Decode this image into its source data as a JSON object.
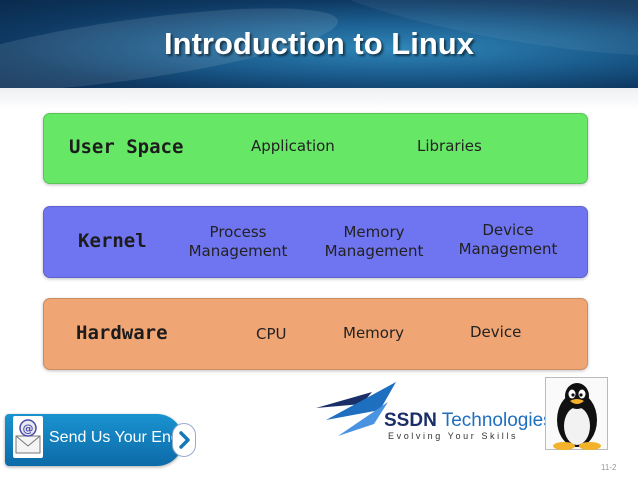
{
  "slide": {
    "title": "Introduction to Linux",
    "number": "11-2"
  },
  "layers": {
    "user_space": {
      "title": "User Space",
      "items": [
        "Application",
        "Libraries"
      ],
      "color": "#66e866"
    },
    "kernel": {
      "title": "Kernel",
      "items": [
        {
          "line1": "Process",
          "line2": "Management"
        },
        {
          "line1": "Memory",
          "line2": "Management"
        },
        {
          "line1": "Device",
          "line2": "Management"
        }
      ],
      "color": "#6f74f0"
    },
    "hardware": {
      "title": "Hardware",
      "items": [
        "CPU",
        "Memory",
        "Device"
      ],
      "color": "#f0a574"
    }
  },
  "enquiry_button": {
    "label": "Send Us Your Enquiry",
    "icon": "mail-icon",
    "arrow_icon": "chevron-right-icon"
  },
  "logo": {
    "name_part1": "SSDN",
    "name_part2": " Technologies",
    "tagline": "Evolving Your Skills",
    "icon": "ssdn-logo-icon"
  },
  "tux": {
    "icon": "tux-penguin-icon"
  },
  "colors": {
    "header": "#1b5e8f",
    "enquiry": "#1993d0",
    "logo_accent": "#1a2e67"
  }
}
